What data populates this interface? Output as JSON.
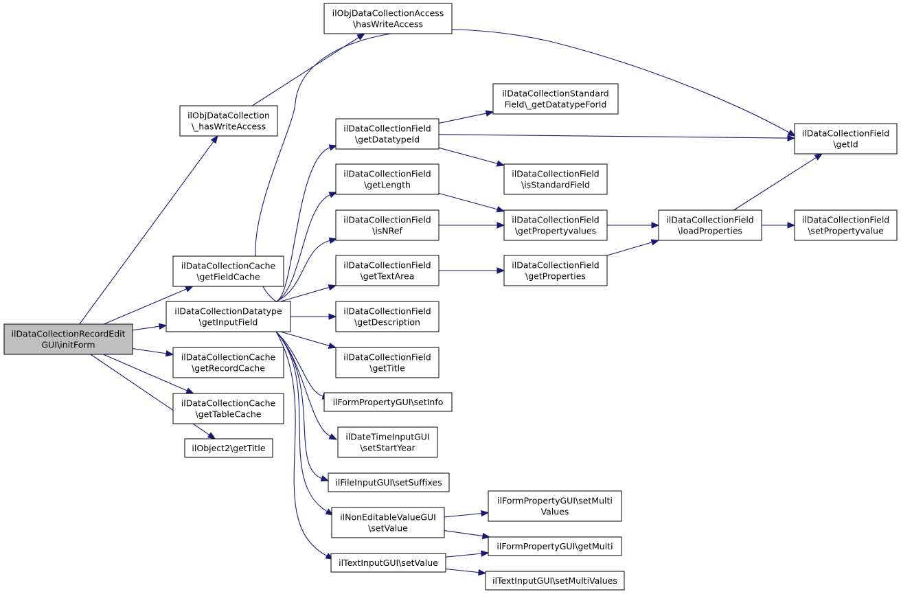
{
  "graph": {
    "nodes": [
      {
        "id": "root",
        "lines": [
          "ilDataCollectionRecordEdit",
          "GUI\\initForm"
        ],
        "highlight": true
      },
      {
        "id": "hasWriteAccess_static",
        "lines": [
          "ilObjDataCollection",
          "\\_hasWriteAccess"
        ]
      },
      {
        "id": "access_hasWriteAccess",
        "lines": [
          "ilObjDataCollectionAccess",
          "\\hasWriteAccess"
        ]
      },
      {
        "id": "getFieldCache",
        "lines": [
          "ilDataCollectionCache",
          "\\getFieldCache"
        ]
      },
      {
        "id": "getInputField",
        "lines": [
          "ilDataCollectionDatatype",
          "\\getInputField"
        ]
      },
      {
        "id": "getRecordCache",
        "lines": [
          "ilDataCollectionCache",
          "\\getRecordCache"
        ]
      },
      {
        "id": "getTableCache",
        "lines": [
          "ilDataCollectionCache",
          "\\getTableCache"
        ]
      },
      {
        "id": "obj2_getTitle",
        "lines": [
          "ilObject2\\getTitle"
        ]
      },
      {
        "id": "getDatatypeId",
        "lines": [
          "ilDataCollectionField",
          "\\getDatatypeId"
        ]
      },
      {
        "id": "getLength",
        "lines": [
          "ilDataCollectionField",
          "\\getLength"
        ]
      },
      {
        "id": "isNRef",
        "lines": [
          "ilDataCollectionField",
          "\\isNRef"
        ]
      },
      {
        "id": "getTextArea",
        "lines": [
          "ilDataCollectionField",
          "\\getTextArea"
        ]
      },
      {
        "id": "getDescription",
        "lines": [
          "ilDataCollectionField",
          "\\getDescription"
        ]
      },
      {
        "id": "field_getTitle",
        "lines": [
          "ilDataCollectionField",
          "\\getTitle"
        ]
      },
      {
        "id": "setInfo",
        "lines": [
          "ilFormPropertyGUI\\setInfo"
        ]
      },
      {
        "id": "setStartYear",
        "lines": [
          "ilDateTimeInputGUI",
          "\\setStartYear"
        ]
      },
      {
        "id": "setSuffixes",
        "lines": [
          "ilFileInputGUI\\setSuffixes"
        ]
      },
      {
        "id": "nev_setValue",
        "lines": [
          "ilNonEditableValueGUI",
          "\\setValue"
        ]
      },
      {
        "id": "ti_setValue",
        "lines": [
          "ilTextInputGUI\\setValue"
        ]
      },
      {
        "id": "getDatatypeForId",
        "lines": [
          "ilDataCollectionStandard",
          "Field\\_getDatatypeForId"
        ]
      },
      {
        "id": "isStandardField",
        "lines": [
          "ilDataCollectionField",
          "\\isStandardField"
        ]
      },
      {
        "id": "getPropertyvalues",
        "lines": [
          "ilDataCollectionField",
          "\\getPropertyvalues"
        ]
      },
      {
        "id": "getProperties",
        "lines": [
          "ilDataCollectionField",
          "\\getProperties"
        ]
      },
      {
        "id": "loadProperties",
        "lines": [
          "ilDataCollectionField",
          "\\loadProperties"
        ]
      },
      {
        "id": "getId",
        "lines": [
          "ilDataCollectionField",
          "\\getId"
        ]
      },
      {
        "id": "setPropertyvalue",
        "lines": [
          "ilDataCollectionField",
          "\\setPropertyvalue"
        ]
      },
      {
        "id": "setMultiValues_fp",
        "lines": [
          "ilFormPropertyGUI\\setMulti",
          "Values"
        ]
      },
      {
        "id": "getMulti",
        "lines": [
          "ilFormPropertyGUI\\getMulti"
        ]
      },
      {
        "id": "setMultiValues_ti",
        "lines": [
          "ilTextInputGUI\\setMultiValues"
        ]
      }
    ],
    "edges": [
      [
        "root",
        "hasWriteAccess_static"
      ],
      [
        "root",
        "getFieldCache"
      ],
      [
        "root",
        "getInputField"
      ],
      [
        "root",
        "getRecordCache"
      ],
      [
        "root",
        "getTableCache"
      ],
      [
        "root",
        "obj2_getTitle"
      ],
      [
        "hasWriteAccess_static",
        "access_hasWriteAccess"
      ],
      [
        "getInputField",
        "getId"
      ],
      [
        "getInputField",
        "getDatatypeId"
      ],
      [
        "getInputField",
        "getLength"
      ],
      [
        "getInputField",
        "isNRef"
      ],
      [
        "getInputField",
        "getTextArea"
      ],
      [
        "getInputField",
        "getDescription"
      ],
      [
        "getInputField",
        "field_getTitle"
      ],
      [
        "getInputField",
        "setInfo"
      ],
      [
        "getInputField",
        "setStartYear"
      ],
      [
        "getInputField",
        "setSuffixes"
      ],
      [
        "getInputField",
        "nev_setValue"
      ],
      [
        "getInputField",
        "ti_setValue"
      ],
      [
        "getDatatypeId",
        "getDatatypeForId"
      ],
      [
        "getDatatypeId",
        "getId"
      ],
      [
        "getDatatypeId",
        "isStandardField"
      ],
      [
        "getLength",
        "getPropertyvalues"
      ],
      [
        "isNRef",
        "getPropertyvalues"
      ],
      [
        "getTextArea",
        "getProperties"
      ],
      [
        "getPropertyvalues",
        "loadProperties"
      ],
      [
        "getProperties",
        "loadProperties"
      ],
      [
        "loadProperties",
        "getId"
      ],
      [
        "loadProperties",
        "setPropertyvalue"
      ],
      [
        "nev_setValue",
        "setMultiValues_fp"
      ],
      [
        "nev_setValue",
        "getMulti"
      ],
      [
        "ti_setValue",
        "getMulti"
      ],
      [
        "ti_setValue",
        "setMultiValues_ti"
      ]
    ]
  }
}
